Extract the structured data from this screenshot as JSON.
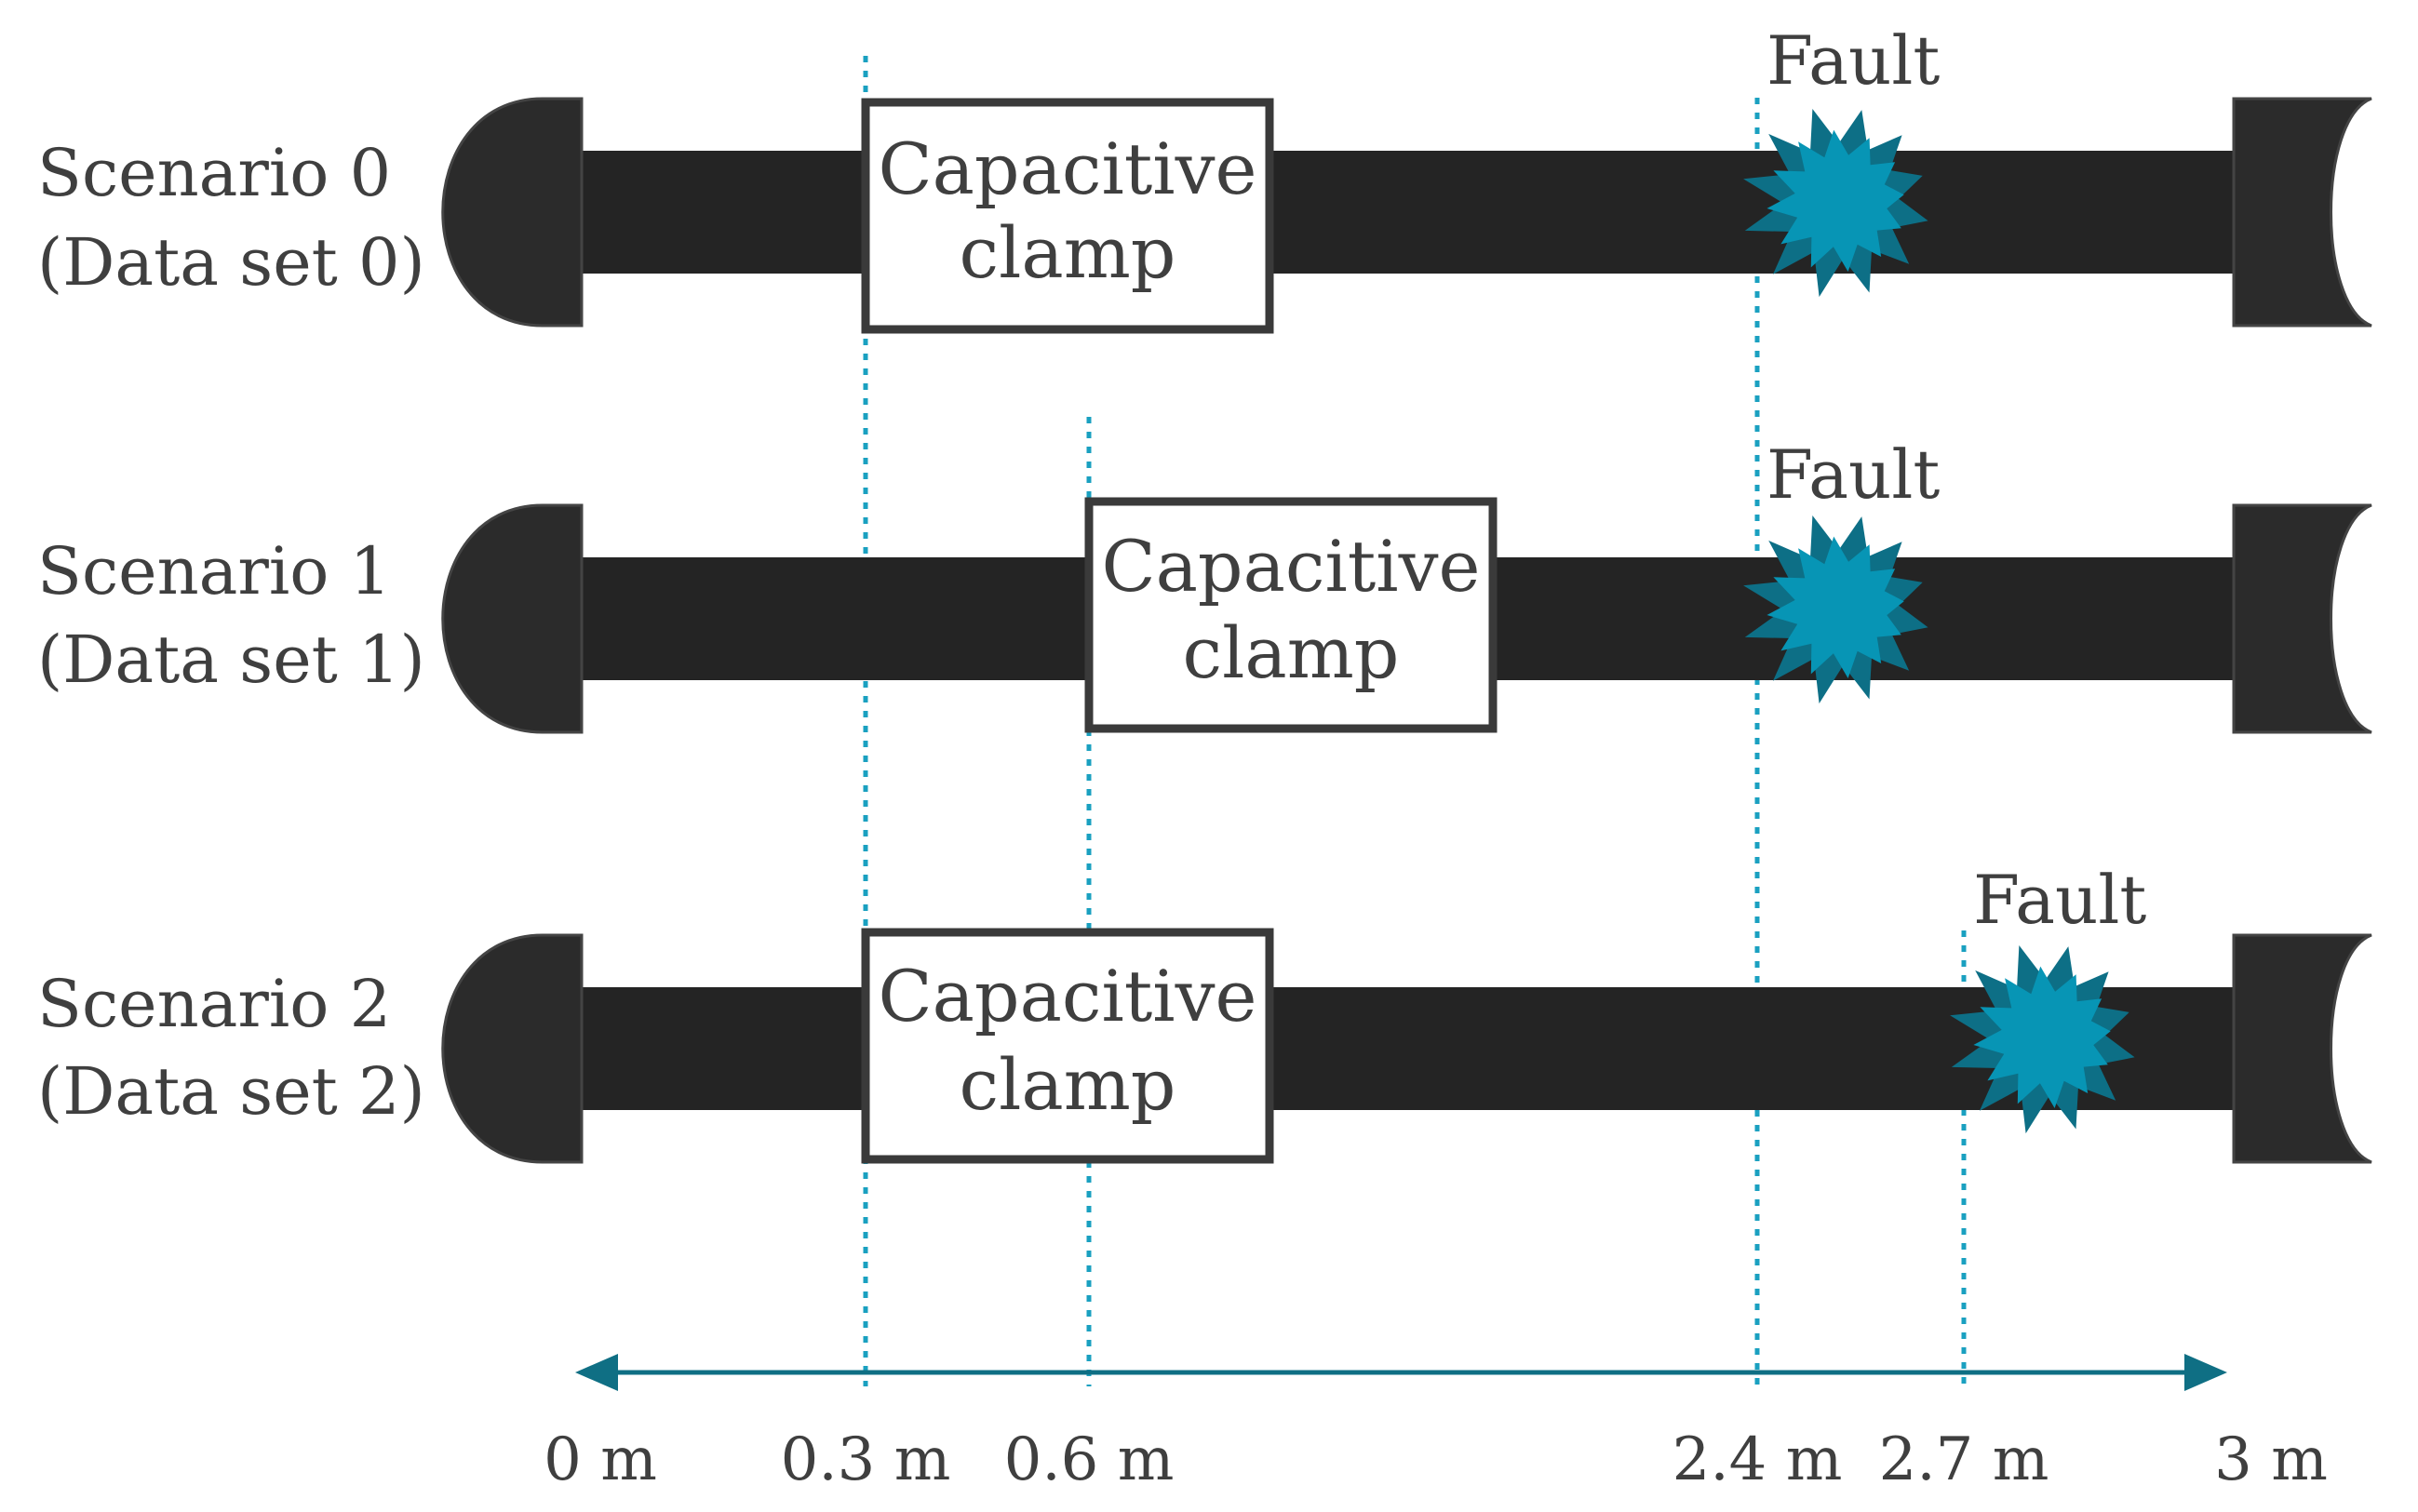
{
  "scenarios": [
    {
      "label_line1": "Scenario 0",
      "label_line2": "(Data set 0)",
      "clamp_line1": "Capacitive",
      "clamp_line2": "clamp",
      "clamp_position_m": 0.3,
      "fault_label": "Fault",
      "fault_position_m": 2.4
    },
    {
      "label_line1": "Scenario 1",
      "label_line2": "(Data set 1)",
      "clamp_line1": "Capacitive",
      "clamp_line2": "clamp",
      "clamp_position_m": 0.6,
      "fault_label": "Fault",
      "fault_position_m": 2.4
    },
    {
      "label_line1": "Scenario 2",
      "label_line2": "(Data set 2)",
      "clamp_line1": "Capacitive",
      "clamp_line2": "clamp",
      "clamp_position_m": 0.3,
      "fault_label": "Fault",
      "fault_position_m": 2.7
    }
  ],
  "axis": {
    "ticks": [
      {
        "value": 0,
        "label": "0 m"
      },
      {
        "value": 0.3,
        "label": "0.3 m"
      },
      {
        "value": 0.6,
        "label": "0.6 m"
      },
      {
        "value": 2.4,
        "label": "2.4 m"
      },
      {
        "value": 2.7,
        "label": "2.7 m"
      },
      {
        "value": 3,
        "label": "3 m"
      }
    ],
    "range_m": [
      0,
      3
    ]
  },
  "colors": {
    "pipe": "#242424",
    "guide_line": "#1aa0c0",
    "fault_marker": "#0795b5",
    "axis": "#0f6f84",
    "text": "#3f3f3f"
  }
}
